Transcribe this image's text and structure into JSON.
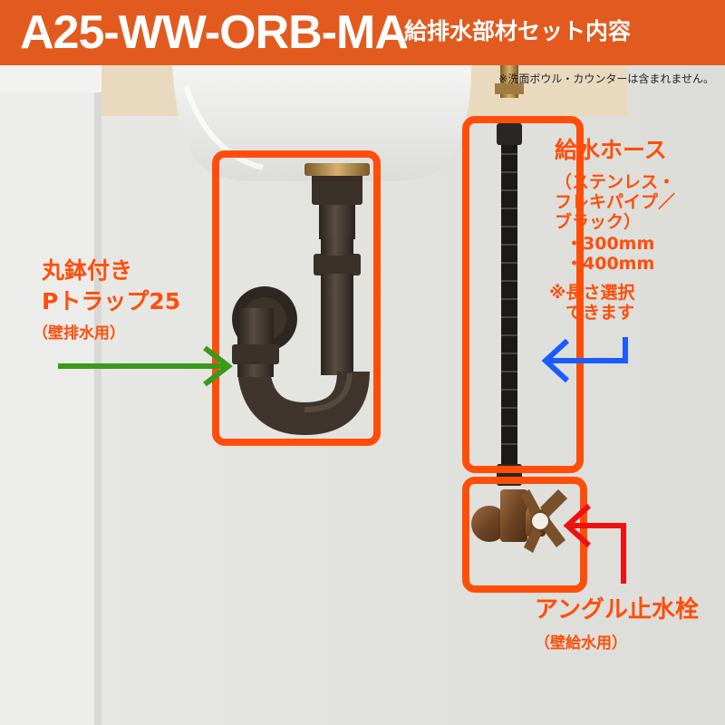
{
  "header": {
    "product_code": "A25-WW-ORB-MA",
    "subtitle": "給排水部材セット内容",
    "background_color": "#e35a1e"
  },
  "note": "※洗面ボウル・カウンターは含まれません。",
  "p_trap": {
    "title_line1": "丸鉢付き",
    "title_line2": "Pトラップ25",
    "note": "（壁排水用）",
    "arrow_color": "#3a9a1a"
  },
  "supply_hose": {
    "title": "給水ホース",
    "spec_line1": "（ステンレス・",
    "spec_line2": "フレキパイプ／",
    "spec_line3": "ブラック）",
    "length_1": "・300mm",
    "length_2": "・400mm",
    "select_line1": "※長さ選択",
    "select_line2": "できます",
    "arrow_color": "#1a5cff"
  },
  "angle_valve": {
    "title": "アングル止水栓",
    "note": "（壁給水用）",
    "arrow_color": "#ee1111"
  },
  "highlight_color": "#ff4e0a"
}
